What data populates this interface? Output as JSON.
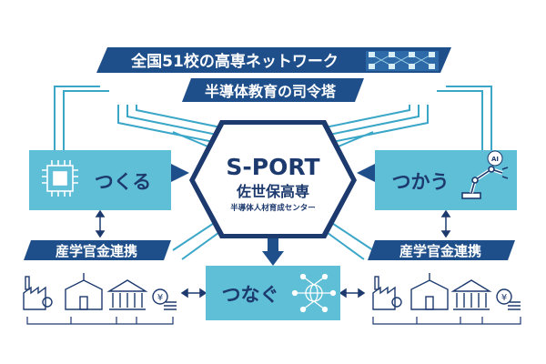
{
  "top_banner": {
    "line1": "全国51校の高専ネットワーク",
    "line2": "半導体教育の司令塔"
  },
  "center": {
    "title": "S-PORT",
    "name": "佐世保高専",
    "subtitle": "半導体人材育成センター"
  },
  "nodes": {
    "make": "つくる",
    "use": "つかう",
    "connect": "つなぐ"
  },
  "collab_left": "産学官金連携",
  "collab_right": "産学官金連携",
  "icons": {
    "chip": "chip-icon",
    "robot": "robot-arm-icon",
    "ai": "AI",
    "network": "network-globe-icon",
    "factory": "factory-icon",
    "school": "school-icon",
    "government": "government-building-icon",
    "finance": "yen-coins-icon",
    "map": "japan-map-icon"
  },
  "colors": {
    "dark_blue": "#1f4f8a",
    "light_blue": "#5fbfd7",
    "navy": "#1d3a6e",
    "line": "#3aa6c8"
  }
}
